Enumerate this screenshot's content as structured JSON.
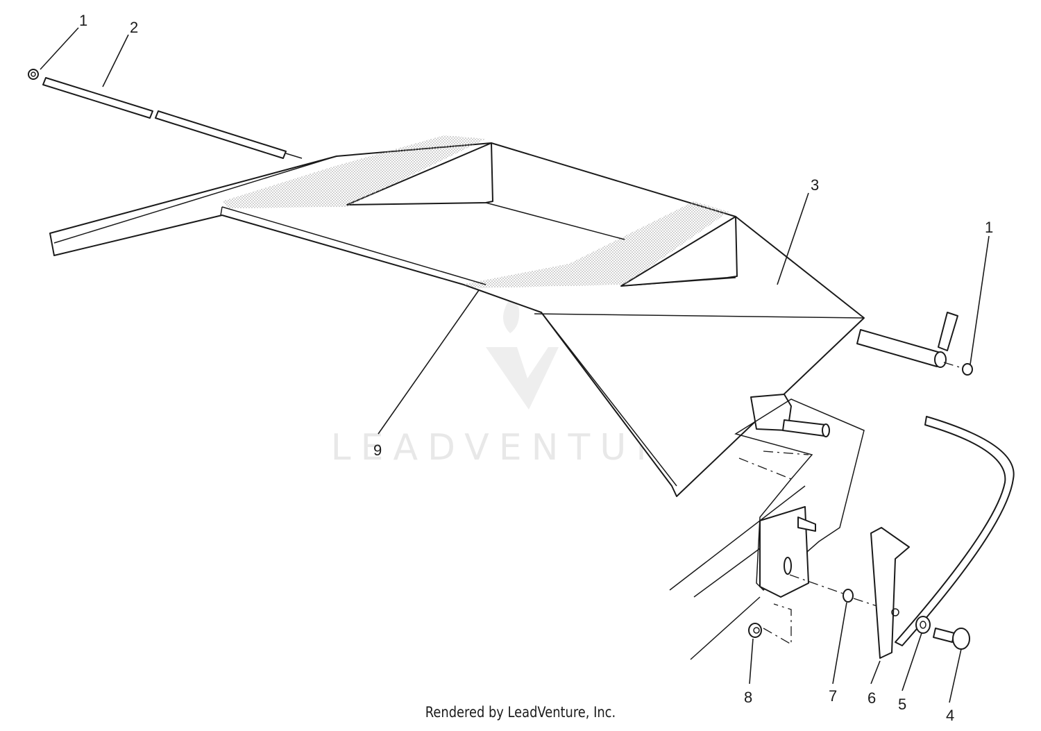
{
  "diagram": {
    "callouts": [
      "1",
      "2",
      "3",
      "1",
      "9",
      "8",
      "7",
      "6",
      "5",
      "4"
    ],
    "watermark": "LEADVENTURE",
    "credit": "Rendered by LeadVenture, Inc.",
    "colors": {
      "line": "#1a1a1a",
      "shading": "#9a9a9a",
      "watermark": "#d6d6d6"
    }
  }
}
